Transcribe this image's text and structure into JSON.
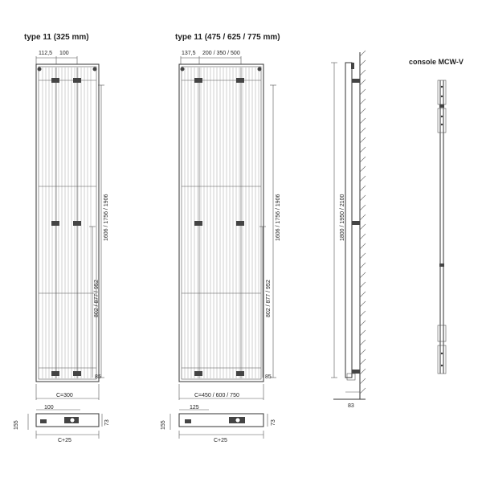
{
  "titles": {
    "type_325": "type 11 (325 mm)",
    "type_multi": "type 11 (475 / 625 / 775 mm)",
    "console": "console MCW-V"
  },
  "dims_left": {
    "top_a": "112,5",
    "top_b": "100",
    "height_full": "1606 / 1756 / 1906",
    "height_mid": "802 / 877 / 952",
    "bottom": "85",
    "width": "C=300",
    "plan_a": "100",
    "plan_b": "155",
    "plan_c": "73",
    "plan_width": "C+25"
  },
  "dims_mid": {
    "top_a": "137,5",
    "top_b": "200 / 350 / 500",
    "height_full": "1606 / 1756 / 1906",
    "height_mid": "802 / 877 / 952",
    "bottom": "85",
    "width": "C=450 / 600 / 750",
    "plan_a": "125",
    "plan_b": "155",
    "plan_c": "73",
    "plan_width": "C+25"
  },
  "dims_side": {
    "height": "1800 / 1950 / 2100",
    "depth": "83"
  }
}
